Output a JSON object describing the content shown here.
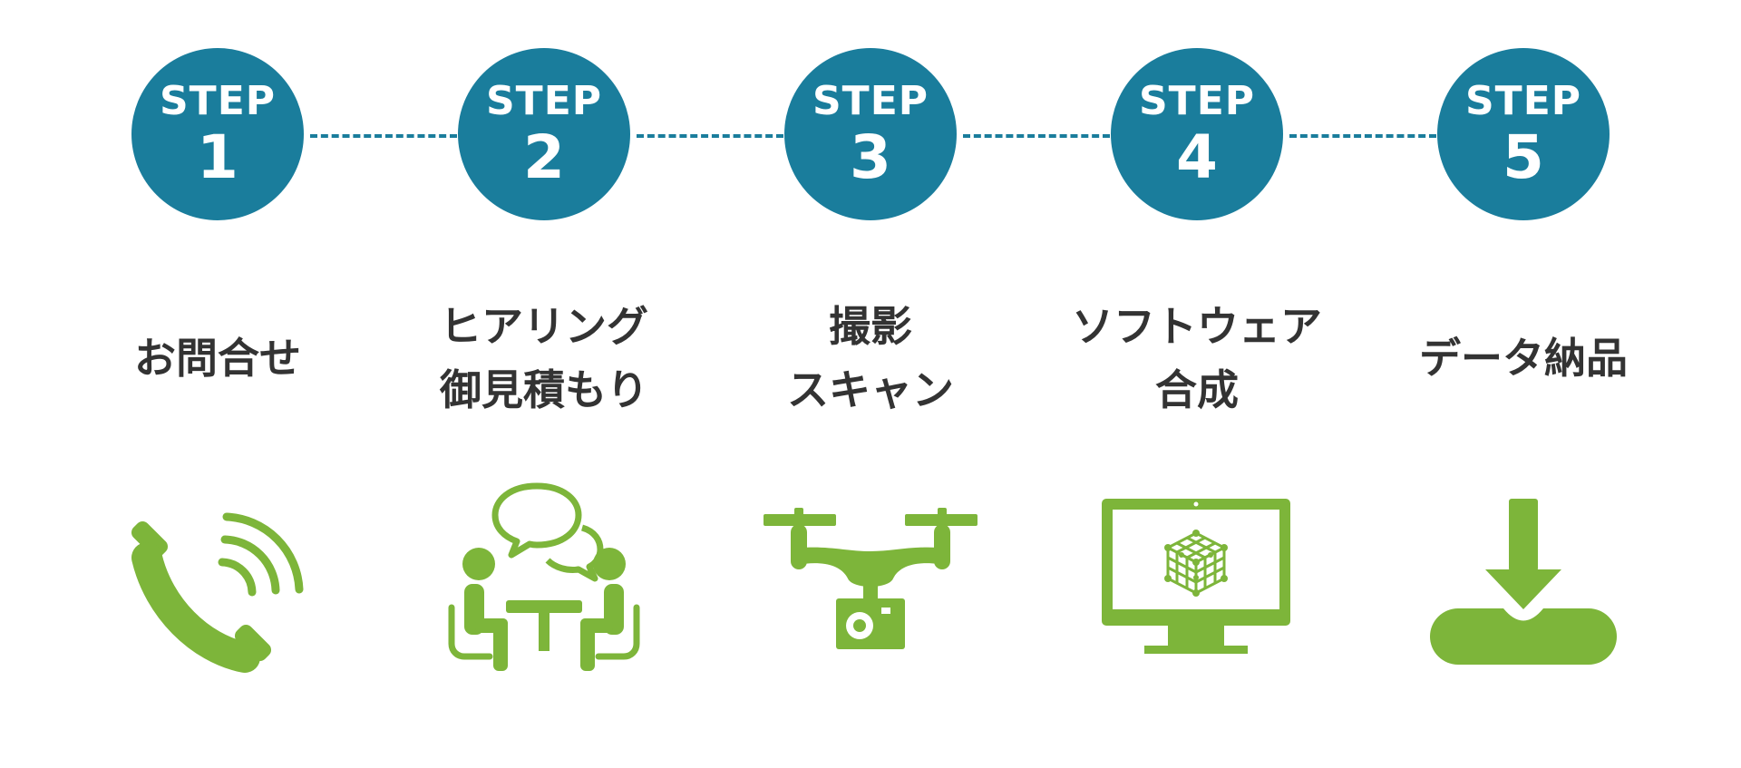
{
  "colors": {
    "accent": "#1a7d9c",
    "icon": "#7db53a",
    "text": "#333333"
  },
  "steps": [
    {
      "keyword": "STEP",
      "number": "1",
      "lines": [
        "お問合せ"
      ],
      "icon": "phone-icon"
    },
    {
      "keyword": "STEP",
      "number": "2",
      "lines": [
        "ヒアリング",
        "御見積もり"
      ],
      "icon": "meeting-icon"
    },
    {
      "keyword": "STEP",
      "number": "3",
      "lines": [
        "撮影",
        "スキャン"
      ],
      "icon": "drone-icon"
    },
    {
      "keyword": "STEP",
      "number": "4",
      "lines": [
        "ソフトウェア",
        "合成"
      ],
      "icon": "monitor-3d-icon"
    },
    {
      "keyword": "STEP",
      "number": "5",
      "lines": [
        "データ納品"
      ],
      "icon": "download-icon"
    }
  ]
}
